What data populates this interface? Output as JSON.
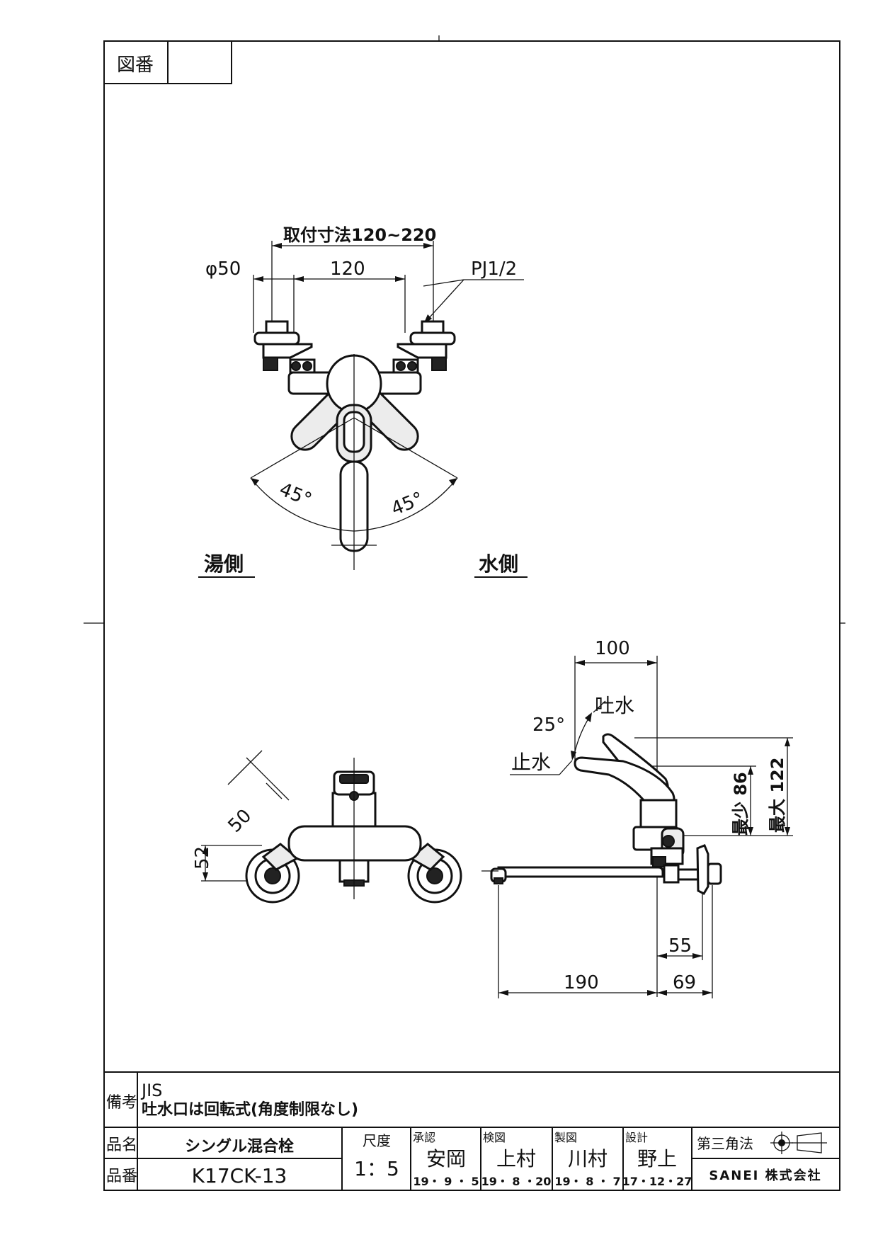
{
  "frame": {
    "drawing_no_label": "図番",
    "drawing_no_value": ""
  },
  "top_view": {
    "dim_mount": "取付寸法120~220",
    "dim_center": "120",
    "dim_diameter": "φ50",
    "thread_label": "PJ1/2",
    "angle_left": "45°",
    "angle_right": "45°",
    "hot_side": "湯側",
    "cold_side": "水側"
  },
  "front_view": {
    "dim_diag": "50",
    "dim_height": "52"
  },
  "side_view": {
    "dim_top": "100",
    "spout_open": "吐水",
    "angle": "25°",
    "spout_close": "止水",
    "dim_min": "最少 86",
    "dim_max": "最大 122",
    "dim_55": "55",
    "dim_190": "190",
    "dim_69": "69"
  },
  "title_block": {
    "remarks_label": "備考",
    "remarks_line1": "JIS",
    "remarks_line2": "吐水口は回転式(角度制限なし)",
    "name_label": "品名",
    "name_value": "シングル混合栓",
    "number_label": "品番",
    "number_value": "K17CK-13",
    "scale_label": "尺度",
    "scale_value": "1：5",
    "approve_label": "承認",
    "approve_name": "安岡",
    "approve_date": "19・ 9 ・ 5",
    "check_label": "検図",
    "check_name": "上村",
    "check_date": "19・ 8 ・20",
    "draft_label": "製図",
    "draft_name": "川村",
    "draft_date": "19・ 8 ・ 7",
    "design_label": "設計",
    "design_name": "野上",
    "design_date": "17・12・27",
    "projection_label": "第三角法",
    "company": "SANEI 株式会社"
  }
}
